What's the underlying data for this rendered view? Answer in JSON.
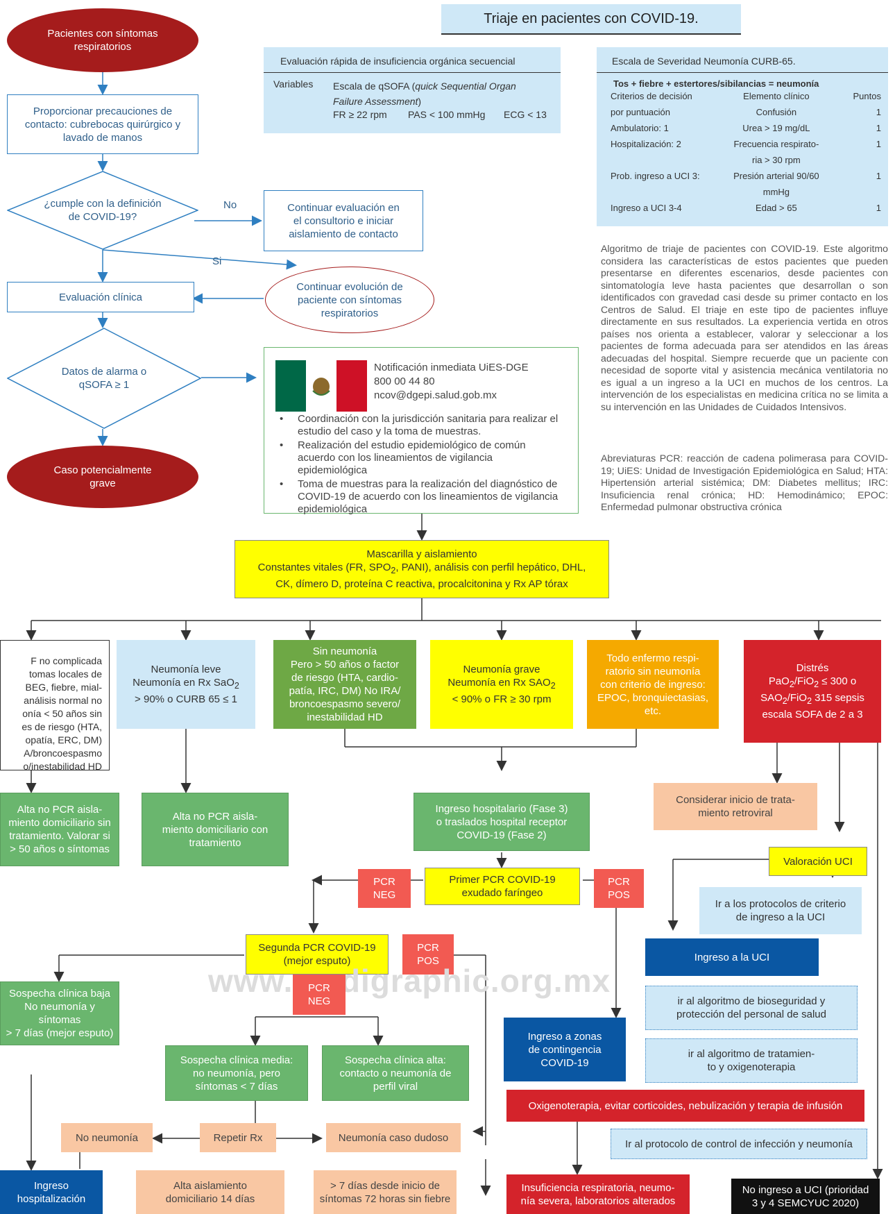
{
  "title": "Triaje en pacientes con COVID-19.",
  "flow_top": {
    "start": "Pacientes con síntomas\nrespiratorios",
    "precautions": "Proporcionar precauciones de\ncontacto: cubrebocas quirúrgico y\nlavado de manos",
    "decision1": "¿cumple con la definición\nde COVID-19?",
    "no_label": "No",
    "si_label": "Si",
    "continue_eval": "Continuar evaluación en\nel consultorio e iniciar\naislamiento de contacto",
    "continue_evolution": "Continuar evolución de\npaciente con síntomas\nrespiratorios",
    "clinical_eval": "Evaluación clínica",
    "decision2": "Datos de alarma o\nqSOFA ≥ 1",
    "severe_case": "Caso potencialmente\ngrave"
  },
  "qsofa": {
    "header": "Evaluación rápida de insuficiencia orgánica secuencial",
    "variables": "Variables",
    "scale_text": "Escala de qSOFA (",
    "scale_italic": "quick Sequential Organ Failure Assessment",
    "scale_close": ")",
    "fr": "FR ≥ 22 rpm",
    "pas": "PAS < 100 mmHg",
    "ecg": "ECG < 13"
  },
  "curb": {
    "header": "Escala de Severidad Neumonía CURB-65.",
    "bold_row": "Tos + fiebre + estertores/sibilancias = neumonía",
    "col1": "Criterios de decisión",
    "col2": "Elemento clínico",
    "col3": "Puntos",
    "rows": [
      [
        "por puntuación",
        "Confusión",
        "1"
      ],
      [
        "Ambulatorio: 1",
        "Urea > 19 mg/dL",
        "1"
      ],
      [
        "Hospitalización: 2",
        "Frecuencia respirato-\nria > 30 rpm",
        "1"
      ],
      [
        "Prob. ingreso a UCI 3:",
        "Presión arterial 90/60\nmmHg",
        "1"
      ],
      [
        "Ingreso a UCI 3-4",
        "Edad > 65",
        "1"
      ]
    ]
  },
  "description": "Algoritmo de triaje de pacientes con COVID-19. Este algoritmo considera las características de estos pacientes que pueden presentarse en diferentes escenarios, desde pacientes con sintomatología leve hasta pacientes que desarrollan o son identificados con gravedad casi desde su primer contacto en los Centros de Salud. El triaje en este tipo de pacientes influye directamente en sus resultados. La experiencia vertida en otros países nos orienta a establecer, valorar y seleccionar a los pacientes de forma adecuada para ser atendidos en las áreas adecuadas del hospital. Siempre recuerde que un paciente con necesidad de soporte vital y asistencia mecánica ventilatoria no es igual a un ingreso a la UCI en muchos de los centros. La intervención de los especialistas en medicina crítica no se limita a su intervención en las Unidades de Cuidados Intensivos.",
  "abbreviations": "Abreviaturas PCR: reacción de cadena polimerasa para COVID-19; UiES: Unidad de Investigación Epidemiológica en Salud; HTA: Hipertensión arterial sistémica; DM: Diabetes mellitus; IRC: Insuficiencia renal crónica; HD: Hemodinámico; EPOC: Enfermedad pulmonar obstructiva crónica",
  "notification": {
    "title": "Notificación inmediata UiES-DGE",
    "phone": "800 00 44 80",
    "email": "ncov@dgepi.salud.gob.mx",
    "bullets": [
      "Coordinación con la jurisdicción sanitaria para realizar el estudio del caso y la toma de muestras.",
      "Realización del estudio epidemiológico de común acuerdo con los lineamientos de vigilancia epidemiológica",
      "Toma de muestras para la realización del diagnóstico de COVID-19 de acuerdo con los lineamientos de vigilancia epidemiológica"
    ],
    "flag_colors": {
      "green": "#006847",
      "white": "#ffffff",
      "red": "#ce1126"
    }
  },
  "mascarilla": {
    "line1": "Mascarilla y aislamiento",
    "line2a": "Constantes vitales (FR, SPO",
    "line2sub": "2",
    "line2b": ", PANI), análisis con perfil hepático, DHL,",
    "line3": "CK, dímero D, proteína C reactiva, procalcitonina y Rx AP tórax"
  },
  "categories": {
    "uncomplicated": "F no complicada\ntomas locales de\n BEG, fiebre, mial-\nanálisis normal no\nonía < 50 años sin\nes de riesgo (HTA,\nopatía, ERC, DM)\nA/broncoespasmo\no/inestabilidad HD",
    "mild_a": "Neumonía leve",
    "mild_b": "Neumonía en Rx SaO",
    "mild_sub": "2",
    "mild_c": "> 90% o CURB 65 ≤ 1",
    "no_pneumonia": "Sin neumonía\nPero > 50 años o factor\nde riesgo (HTA, cardio-\npatía, IRC, DM) No IRA/\nbroncoespasmo severo/\ninestabilidad HD",
    "severe_a": "Neumonía grave",
    "severe_b": "Neumonía en Rx SAO",
    "severe_sub": "2",
    "severe_c": "< 90% o FR ≥ 30 rpm",
    "respiratory": "Todo enfermo respi-\nratorio sin neumonía\ncon criterio de ingreso:\nEPOC, bronquiectasias,\netc.",
    "distress_a": "Distrés",
    "distress_b": "PaO",
    "distress_c": "/FiO",
    "distress_d": " ≤ 300 o",
    "distress_e": "SAO",
    "distress_f": "/FiO",
    "distress_g": " 315 sepsis",
    "distress_h": "escala SOFA de 2 a 3",
    "sub2": "2"
  },
  "lower": {
    "alta_left": "Alta no PCR aisla-\nmiento domiciliario sin\ntratamiento. Valorar si\n> 50 años o síntomas",
    "alta_mid": "Alta no PCR aisla-\nmiento domiciliario con\ntratamiento",
    "ingreso_hosp": "Ingreso hospitalario (Fase 3)\no traslados hospital receptor\nCOVID-19 (Fase 2)",
    "retroviral": "Considerar inicio de trata-\nmiento retroviral",
    "valoracion_uci": "Valoración UCI",
    "protocol_uci": "Ir a los protocolos de criterio\nde ingreso a la UCI",
    "ingreso_uci": "Ingreso a la UCI",
    "bioseguridad": "ir al algoritmo de bioseguridad y\nprotección del personal de salud",
    "tratamiento": "ir al algoritmo de tratamien-\nto y oxigenoterapia",
    "primer_pcr": "Primer PCR COVID-19\nexudado faríngeo",
    "pcr_neg": "PCR\nNEG",
    "pcr_pos": "PCR\nPOS",
    "segunda_pcr": "Segunda PCR COVID-19\n(mejor esputo)",
    "sospecha_baja": "Sospecha clínica baja\nNo neumonía y síntomas\n> 7 días (mejor esputo)",
    "sospecha_media": "Sospecha clínica media:\nno neumonía, pero\nsíntomas < 7 días",
    "sospecha_alta": "Sospecha clínica alta:\ncontacto o neumonía de\nperfil viral",
    "zonas_contingencia": "Ingreso a zonas\nde contingencia\nCOVID-19",
    "oxigenoterapia": "Oxigenoterapia, evitar corticoides, nebulización y terapia de infusión",
    "no_neumonia": "No neumonía",
    "repetir_rx": "Repetir Rx",
    "neumonia_dudoso": "Neumonía caso dudoso",
    "control_infeccion": "Ir al protocolo de control de infección y neumonía",
    "ingreso_hosp_bottom": "Ingreso\nhospitalización",
    "alta_aislamiento": "Alta aislamiento\ndomiciliario 14 días",
    "siete_dias": "> 7 días desde inicio de\nsíntomas 72 horas sin fiebre",
    "insuficiencia": "Insuficiencia respiratoria, neumo-\nnía severa, laboratorios alterados",
    "no_ingreso_uci": "No ingreso a UCI (prioridad\n3 y 4 SEMCYUC 2020)"
  },
  "watermark": "www.medigraphic.org.mx",
  "colors": {
    "blue_line": "#2f7fc1",
    "dark_red": "#a51c1c",
    "yellow": "#ffff00",
    "green": "#6ab66e",
    "light_blue": "#cfe8f7",
    "salmon": "#f9c7a3",
    "orange": "#f5a900",
    "red": "#d4232b",
    "navy": "#0a57a3",
    "pcr_red": "#f25a52"
  }
}
